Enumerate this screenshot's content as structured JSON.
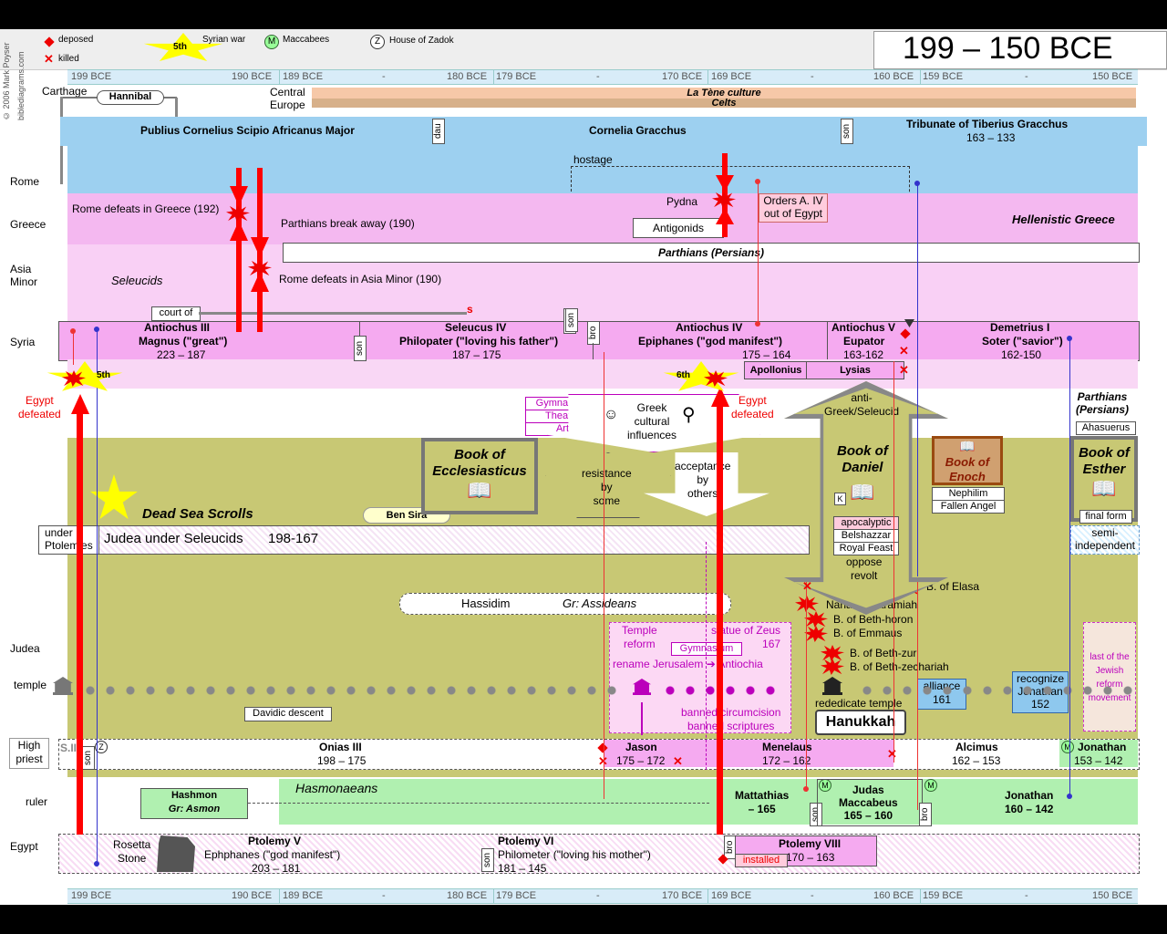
{
  "header": {
    "title": "199 – 150 BCE",
    "copyright": "© 2006 Mark Poyser",
    "site": "biblediagrams.com",
    "legend": {
      "deposed": "deposed",
      "killed": "killed",
      "syrian_war_num": "5th",
      "syrian_war": "Syrian war",
      "maccabees_letter": "M",
      "maccabees": "Maccabees",
      "zadok_letter": "Z",
      "zadok": "House of Zadok"
    }
  },
  "axis": {
    "ticks": [
      "199 BCE",
      "190 BCE",
      "189 BCE",
      "180 BCE",
      "179 BCE",
      "170 BCE",
      "169 BCE",
      "160 BCE",
      "159 BCE",
      "150 BCE"
    ],
    "dash": "-"
  },
  "rows": {
    "carthage": "Carthage",
    "central_europe": "Central\nEurope",
    "rome": "Rome",
    "greece": "Greece",
    "asia_minor": "Asia\nMinor",
    "syria": "Syria",
    "judea": "Judea",
    "temple": "temple",
    "high_priest": "High\npriest",
    "ruler": "ruler",
    "egypt": "Egypt"
  },
  "carthage": {
    "hannibal": "Hannibal"
  },
  "europe": {
    "la_tene": "La Tène culture",
    "celts": "Celts"
  },
  "rome": {
    "scipio": "Publius Cornelius Scipio Africanus Major",
    "dau": "dau",
    "cornelia": "Cornelia Gracchus",
    "son": "son",
    "tiberius": "Tribunate of Tiberius Gracchus",
    "tiberius_dates": "163 – 133",
    "hostage": "hostage"
  },
  "greece": {
    "rome_defeats_greece": "Rome defeats in Greece (192)",
    "parthians_break": "Parthians break away (190)",
    "pydna": "Pydna",
    "antigonids": "Antigonids",
    "orders": "Orders A. IV\nout of Egypt",
    "hellenistic": "Hellenistic Greece"
  },
  "asia": {
    "parthians": "Parthians (Persians)",
    "seleucids": "Seleucids",
    "rome_defeats_asia": "Rome defeats in Asia Minor (190)",
    "court_of": "court of",
    "s": "s"
  },
  "syria": {
    "antiochus3_name": "Antiochus III",
    "antiochus3_title": "Magnus (\"great\")",
    "antiochus3_dates": "223 – 187",
    "son1": "son",
    "seleucus4_name": "Seleucus IV",
    "seleucus4_title": "Philopater (\"loving his father\")",
    "seleucus4_dates": "187 – 175",
    "son2": "son",
    "bro": "bro",
    "antiochus4_name": "Antiochus IV",
    "antiochus4_title": "Epiphanes (\"god manifest\")",
    "antiochus4_dates": "175 – 164",
    "antiochus5_name": "Antiochus V",
    "antiochus5_title": "Eupator",
    "antiochus5_dates": "163-162",
    "demetrius_name": "Demetrius I",
    "demetrius_title": "Soter (\"savior\")",
    "demetrius_dates": "162-150",
    "apollonius": "Apollonius",
    "lysias": "Lysias"
  },
  "wars": {
    "fifth": "5th",
    "sixth": "6th",
    "egypt_defeated": "Egypt\ndefeated"
  },
  "culture": {
    "gymnasium": "Gymnasium",
    "theatre": "Theatre",
    "art": "Art",
    "greek_influences": "Greek\ncultural\ninfluences",
    "resistance": "resistance\nby\nsome",
    "acceptance": "acceptance\nby\nothers"
  },
  "books": {
    "ecclesiasticus": "Book of\nEcclesiasticus",
    "daniel": "Book of\nDaniel",
    "daniel_k": "K",
    "daniel_tags": [
      "apocalyptic",
      "Belshazzar",
      "Royal Feast"
    ],
    "anti_greek": "anti-\nGreek/Seleucid",
    "oppose_revolt": "oppose\nrevolt",
    "enoch": "Book of\nEnoch",
    "enoch_tags": [
      "Nephilim",
      "Fallen Angel"
    ],
    "esther": "Book of\nEsther",
    "esther_final": "final form",
    "parthians_persians": "Parthians\n(Persians)",
    "ahasuerus": "Ahasuerus",
    "semi_independent": "semi-\nindependent"
  },
  "judea": {
    "dead_sea_scrolls": "Dead Sea Scrolls",
    "ben_sira": "Ben Sira",
    "under_ptolemies": "under\nPtolemies",
    "under_seleucids": "Judea under Seleucids",
    "under_seleucids_dates": "198-167",
    "hassidim": "Hassidim",
    "assideans": "Gr: Assideans",
    "temple_reform": "Temple\nreform",
    "statue_zeus": "statue of Zeus\n167",
    "gymnasium2": "Gymnasium",
    "rename": "rename Jerusalem ➔ Antiochia",
    "banned": "banned circumcision\nbanned scriptures",
    "battles": [
      "B. of Elasa",
      "Nahal el-Haramiah",
      "B. of Beth-horon",
      "B. of Emmaus",
      "B. of Beth-zur",
      "B. of Beth-zechariah"
    ],
    "rededicate": "rededicate temple",
    "hanukkah": "Hanukkah",
    "alliance": "alliance\n161",
    "recognize": "recognize\nJonathan\n152",
    "last_reform": "last of the\nJewish\nreform\nmovement",
    "davidic": "Davidic descent"
  },
  "priests": {
    "s2": "S.II",
    "son": "son",
    "onias_name": "Onias III",
    "onias_dates": "198 – 175",
    "jason_name": "Jason",
    "jason_dates": "175 – 172",
    "menelaus_name": "Menelaus",
    "menelaus_dates": "172 – 162",
    "alcimus_name": "Alcimus",
    "alcimus_dates": "162 – 153",
    "jonathan_name": "Jonathan",
    "jonathan_dates": "153 – 142"
  },
  "rulers": {
    "hashmon": "Hashmon",
    "asmon": "Gr: Asmon",
    "hasmonaeans": "Hasmonaeans",
    "mattathias": "Mattathias\n– 165",
    "son": "son",
    "judas": "Judas\nMaccabeus\n165 – 160",
    "bro": "bro",
    "jonathan": "Jonathan\n160 – 142"
  },
  "egypt": {
    "rosetta": "Rosetta\nStone",
    "ptolemy5_name": "Ptolemy V",
    "ptolemy5_title": "Ephphanes (\"god manifest\")",
    "ptolemy5_dates": "203 – 181",
    "son": "son",
    "ptolemy6_name": "Ptolemy VI",
    "ptolemy6_title": "Philometer (\"loving his mother\")",
    "ptolemy6_dates": "181 – 145",
    "bro": "bro",
    "installed": "installed",
    "ptolemy8_name": "Ptolemy VIII",
    "ptolemy8_dates": "170 – 163"
  },
  "colors": {
    "rome": "#9dd0f0",
    "greece": "#f4b8f0",
    "syria": "#f5aaf0",
    "judea": "#c8c874",
    "ruler": "#b0f0b0",
    "red": "#ff0000"
  }
}
